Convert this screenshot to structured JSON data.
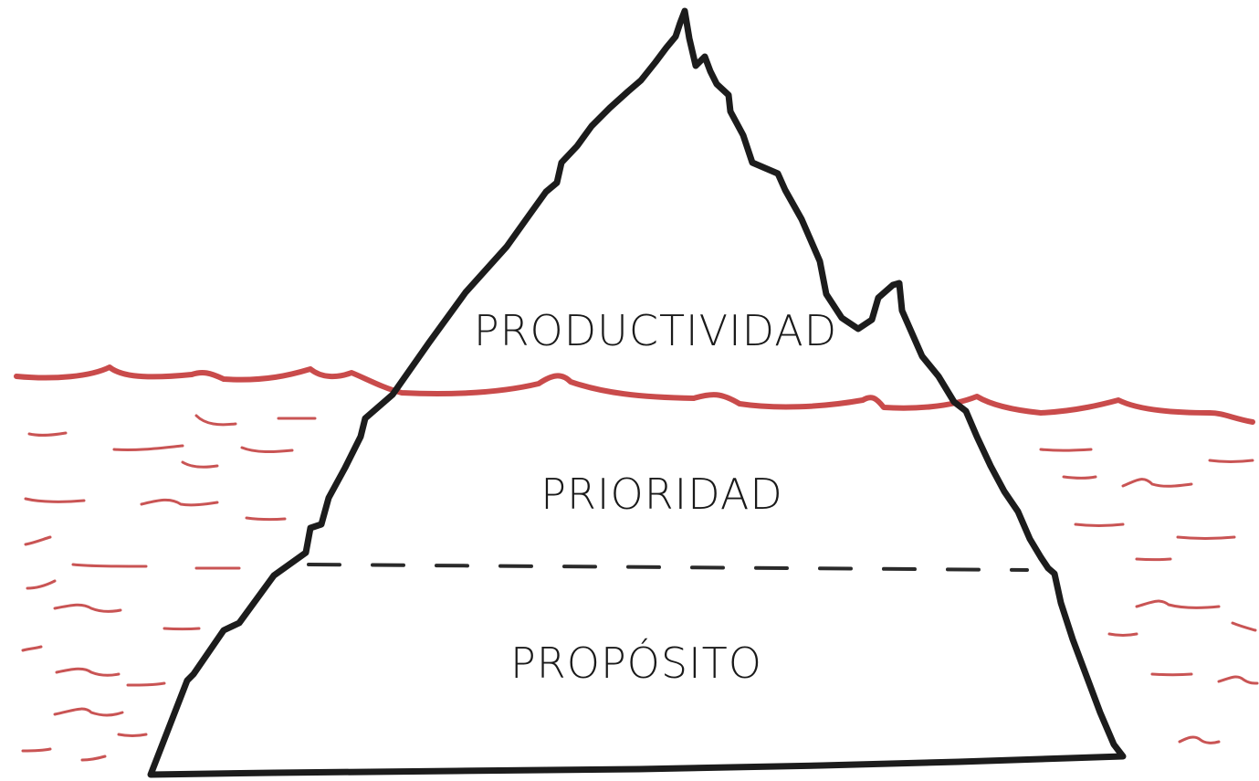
{
  "diagram": {
    "layers": [
      {
        "id": "top",
        "label": "PRODUCTIVIDAD"
      },
      {
        "id": "middle",
        "label": "PRIORIDAD"
      },
      {
        "id": "bottom",
        "label": "PROPÓSITO"
      }
    ],
    "colors": {
      "outline": "#1c1c1c",
      "water": "#c94b4b",
      "background": "#ffffff"
    }
  }
}
